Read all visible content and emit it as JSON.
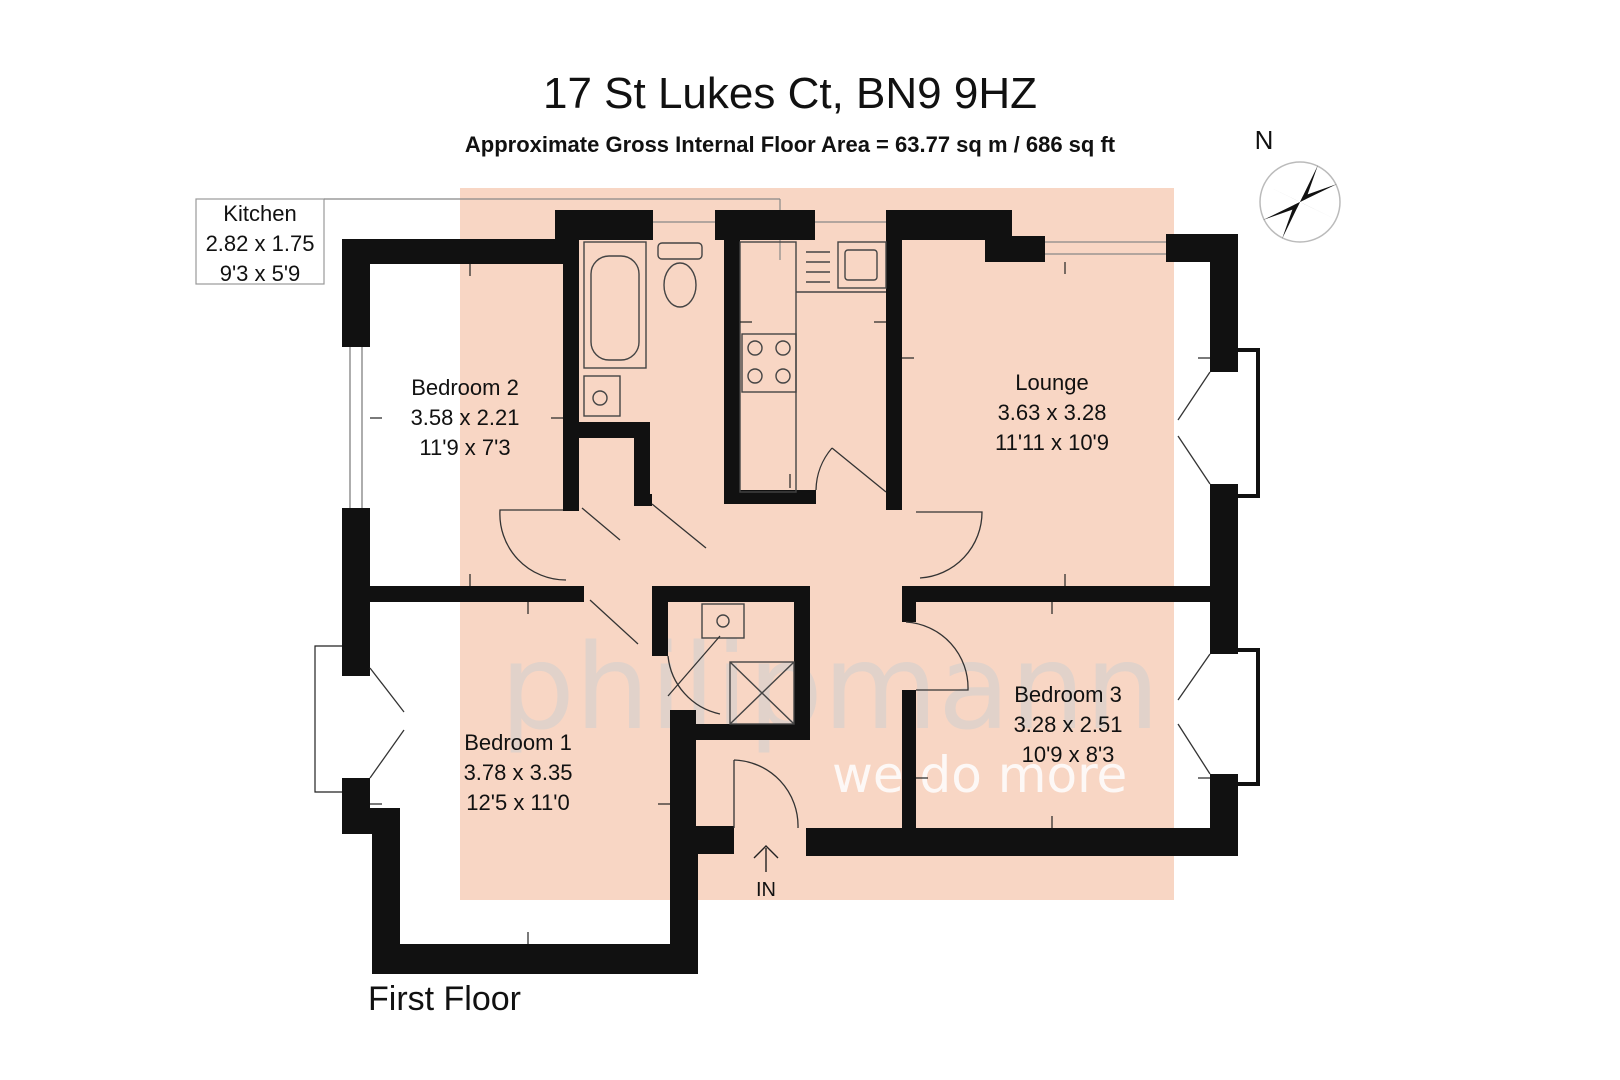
{
  "header": {
    "title": "17 St Lukes Ct, BN9 9HZ",
    "subtitle": "Approximate Gross Internal Floor Area = 63.77 sq m / 686 sq ft"
  },
  "compass": {
    "label": "N"
  },
  "rooms": {
    "kitchen": {
      "name": "Kitchen",
      "metric": "2.82 x 1.75",
      "imperial": "9'3 x 5'9"
    },
    "bedroom2": {
      "name": "Bedroom 2",
      "metric": "3.58 x 2.21",
      "imperial": "11'9 x 7'3"
    },
    "lounge": {
      "name": "Lounge",
      "metric": "3.63 x 3.28",
      "imperial": "11'11 x 10'9"
    },
    "bedroom1": {
      "name": "Bedroom 1",
      "metric": "3.78 x 3.35",
      "imperial": "12'5 x 11'0"
    },
    "bedroom3": {
      "name": "Bedroom 3",
      "metric": "3.28 x 2.51",
      "imperial": "10'9 x 8'3"
    }
  },
  "entrance": {
    "label": "IN"
  },
  "floor": {
    "label": "First Floor"
  },
  "watermark": {
    "brand": "philipmann",
    "tagline": "we do more"
  },
  "colors": {
    "highlight": "#f8d6c4",
    "wall": "#111111",
    "background": "#ffffff"
  }
}
